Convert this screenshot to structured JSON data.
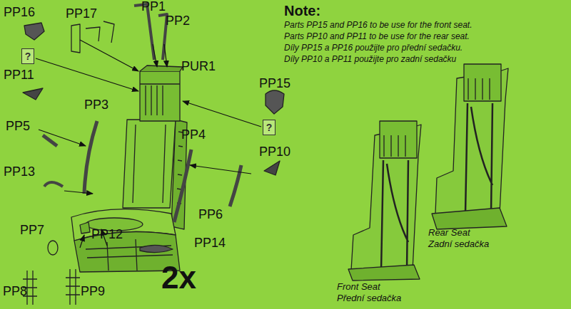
{
  "diagram": {
    "nodes": [
      {
        "text": [
          "?"
        ]
      },
      {
        "text": [
          "?"
        ]
      }
    ],
    "labels": [
      "PP16",
      "PP17",
      "PP1",
      "PP2",
      "PP11",
      "PUR1",
      "PP15",
      "PP3",
      "PP5",
      "PP4",
      "PP10",
      "PP13",
      "PP6",
      "PP7",
      "PP12",
      "PP14",
      "PP8",
      "PP9",
      "2x",
      "Note:",
      "Parts PP15 and PP16 to be use for the front seat.",
      "Parts PP10 and PP11 to be use for the rear seat.",
      "Díly PP15 a PP16 použijte pro přední sedačku.",
      "Díly PP10 a PP11 použijte pro zadní sedačku",
      "Rear Seat",
      "Zadní sedačka",
      "Front Seat",
      "Přední sedačka"
    ]
  }
}
